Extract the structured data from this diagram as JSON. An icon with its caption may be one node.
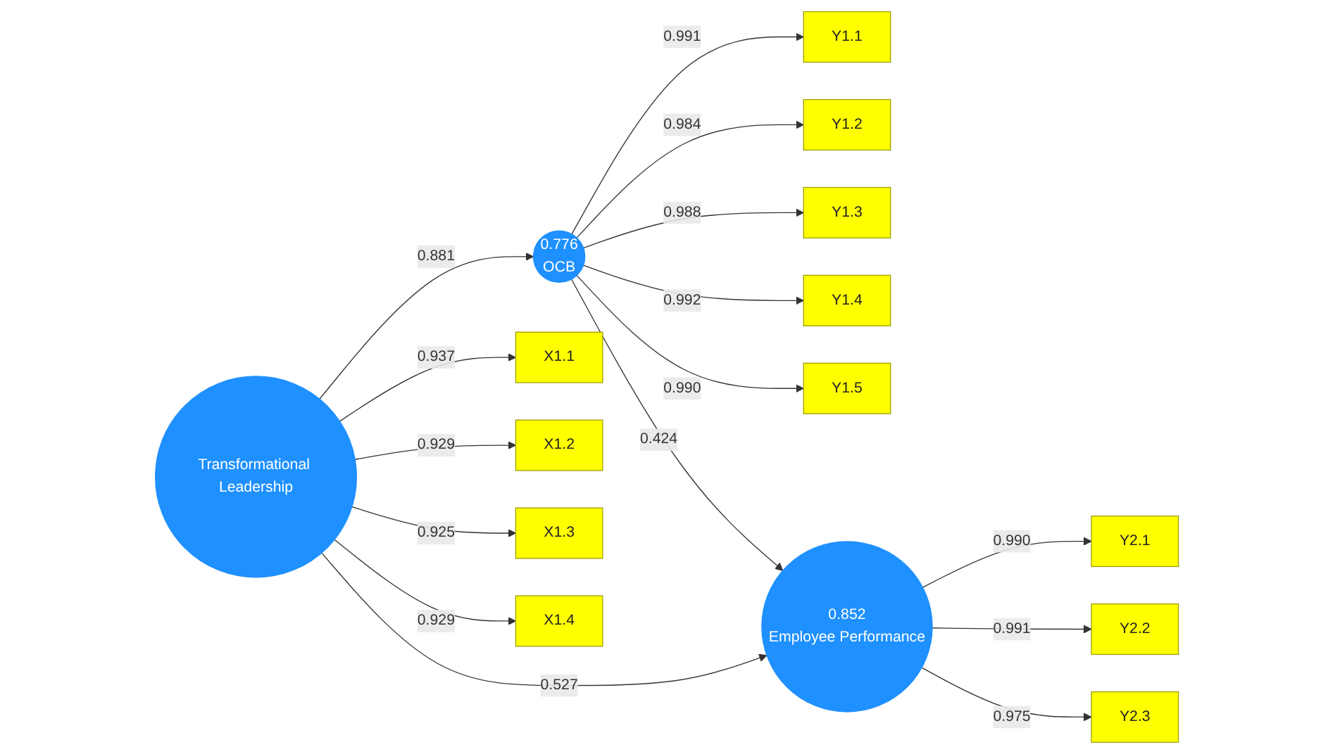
{
  "diagram": {
    "nodes": [
      {
        "text": [
          "Y1.1"
        ]
      },
      {
        "text": [
          "Y1.2"
        ]
      },
      {
        "text": [
          "Y1.3"
        ]
      },
      {
        "text": [
          "Y1.4"
        ]
      },
      {
        "text": [
          "Y1.5"
        ]
      },
      {
        "text": [
          "0.776",
          "OCB"
        ]
      },
      {
        "text": [
          "X1.1"
        ]
      },
      {
        "text": [
          "X1.2"
        ]
      },
      {
        "text": [
          "X1.3"
        ]
      },
      {
        "text": [
          "X1.4"
        ]
      },
      {
        "text": [
          "Transformational Leadership"
        ]
      },
      {
        "text": [
          "0.852",
          "Employee Performance"
        ]
      },
      {
        "text": [
          "Y2.1"
        ]
      },
      {
        "text": [
          "Y2.2"
        ]
      },
      {
        "text": [
          "Y2.3"
        ]
      }
    ],
    "edges": [
      {
        "from": 5,
        "to": 0,
        "arrow": "to",
        "label": "0.991"
      },
      {
        "from": 5,
        "to": 1,
        "arrow": "to",
        "label": "0.984"
      },
      {
        "from": 5,
        "to": 2,
        "arrow": "to",
        "label": "0.988"
      },
      {
        "from": 5,
        "to": 3,
        "arrow": "to",
        "label": "0.992"
      },
      {
        "from": 5,
        "to": 4,
        "arrow": "to",
        "label": "0.990"
      },
      {
        "from": 10,
        "to": 6,
        "arrow": "to",
        "label": "0.937"
      },
      {
        "from": 10,
        "to": 7,
        "arrow": "to",
        "label": "0.929"
      },
      {
        "from": 10,
        "to": 8,
        "arrow": "to",
        "label": "0.925"
      },
      {
        "from": 10,
        "to": 9,
        "arrow": "to",
        "label": "0.929"
      },
      {
        "from": 10,
        "to": 5,
        "arrow": "to",
        "label": "0.881"
      },
      {
        "from": 5,
        "to": 11,
        "arrow": "to",
        "label": "0.424"
      },
      {
        "from": 10,
        "to": 11,
        "arrow": "to",
        "label": "0.527"
      },
      {
        "from": 11,
        "to": 12,
        "arrow": "to",
        "label": "0.990"
      },
      {
        "from": 11,
        "to": 13,
        "arrow": "to",
        "label": "0.991"
      },
      {
        "from": 11,
        "to": 14,
        "arrow": "to",
        "label": "0.975"
      }
    ]
  }
}
